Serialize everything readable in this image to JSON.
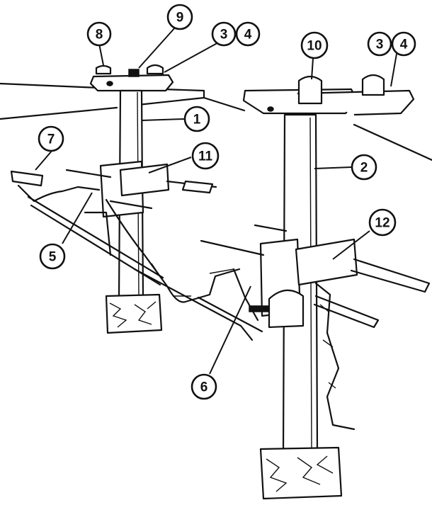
{
  "callouts": [
    {
      "id": "1",
      "label": "1"
    },
    {
      "id": "2",
      "label": "2"
    },
    {
      "id": "3a",
      "label": "3"
    },
    {
      "id": "4a",
      "label": "4"
    },
    {
      "id": "3b",
      "label": "3"
    },
    {
      "id": "4b",
      "label": "4"
    },
    {
      "id": "5",
      "label": "5"
    },
    {
      "id": "6",
      "label": "6"
    },
    {
      "id": "7",
      "label": "7"
    },
    {
      "id": "8",
      "label": "8"
    },
    {
      "id": "9",
      "label": "9"
    },
    {
      "id": "10",
      "label": "10"
    },
    {
      "id": "11",
      "label": "11"
    },
    {
      "id": "12",
      "label": "12"
    }
  ],
  "colors": {
    "ink": "#111111",
    "paper": "#ffffff"
  }
}
